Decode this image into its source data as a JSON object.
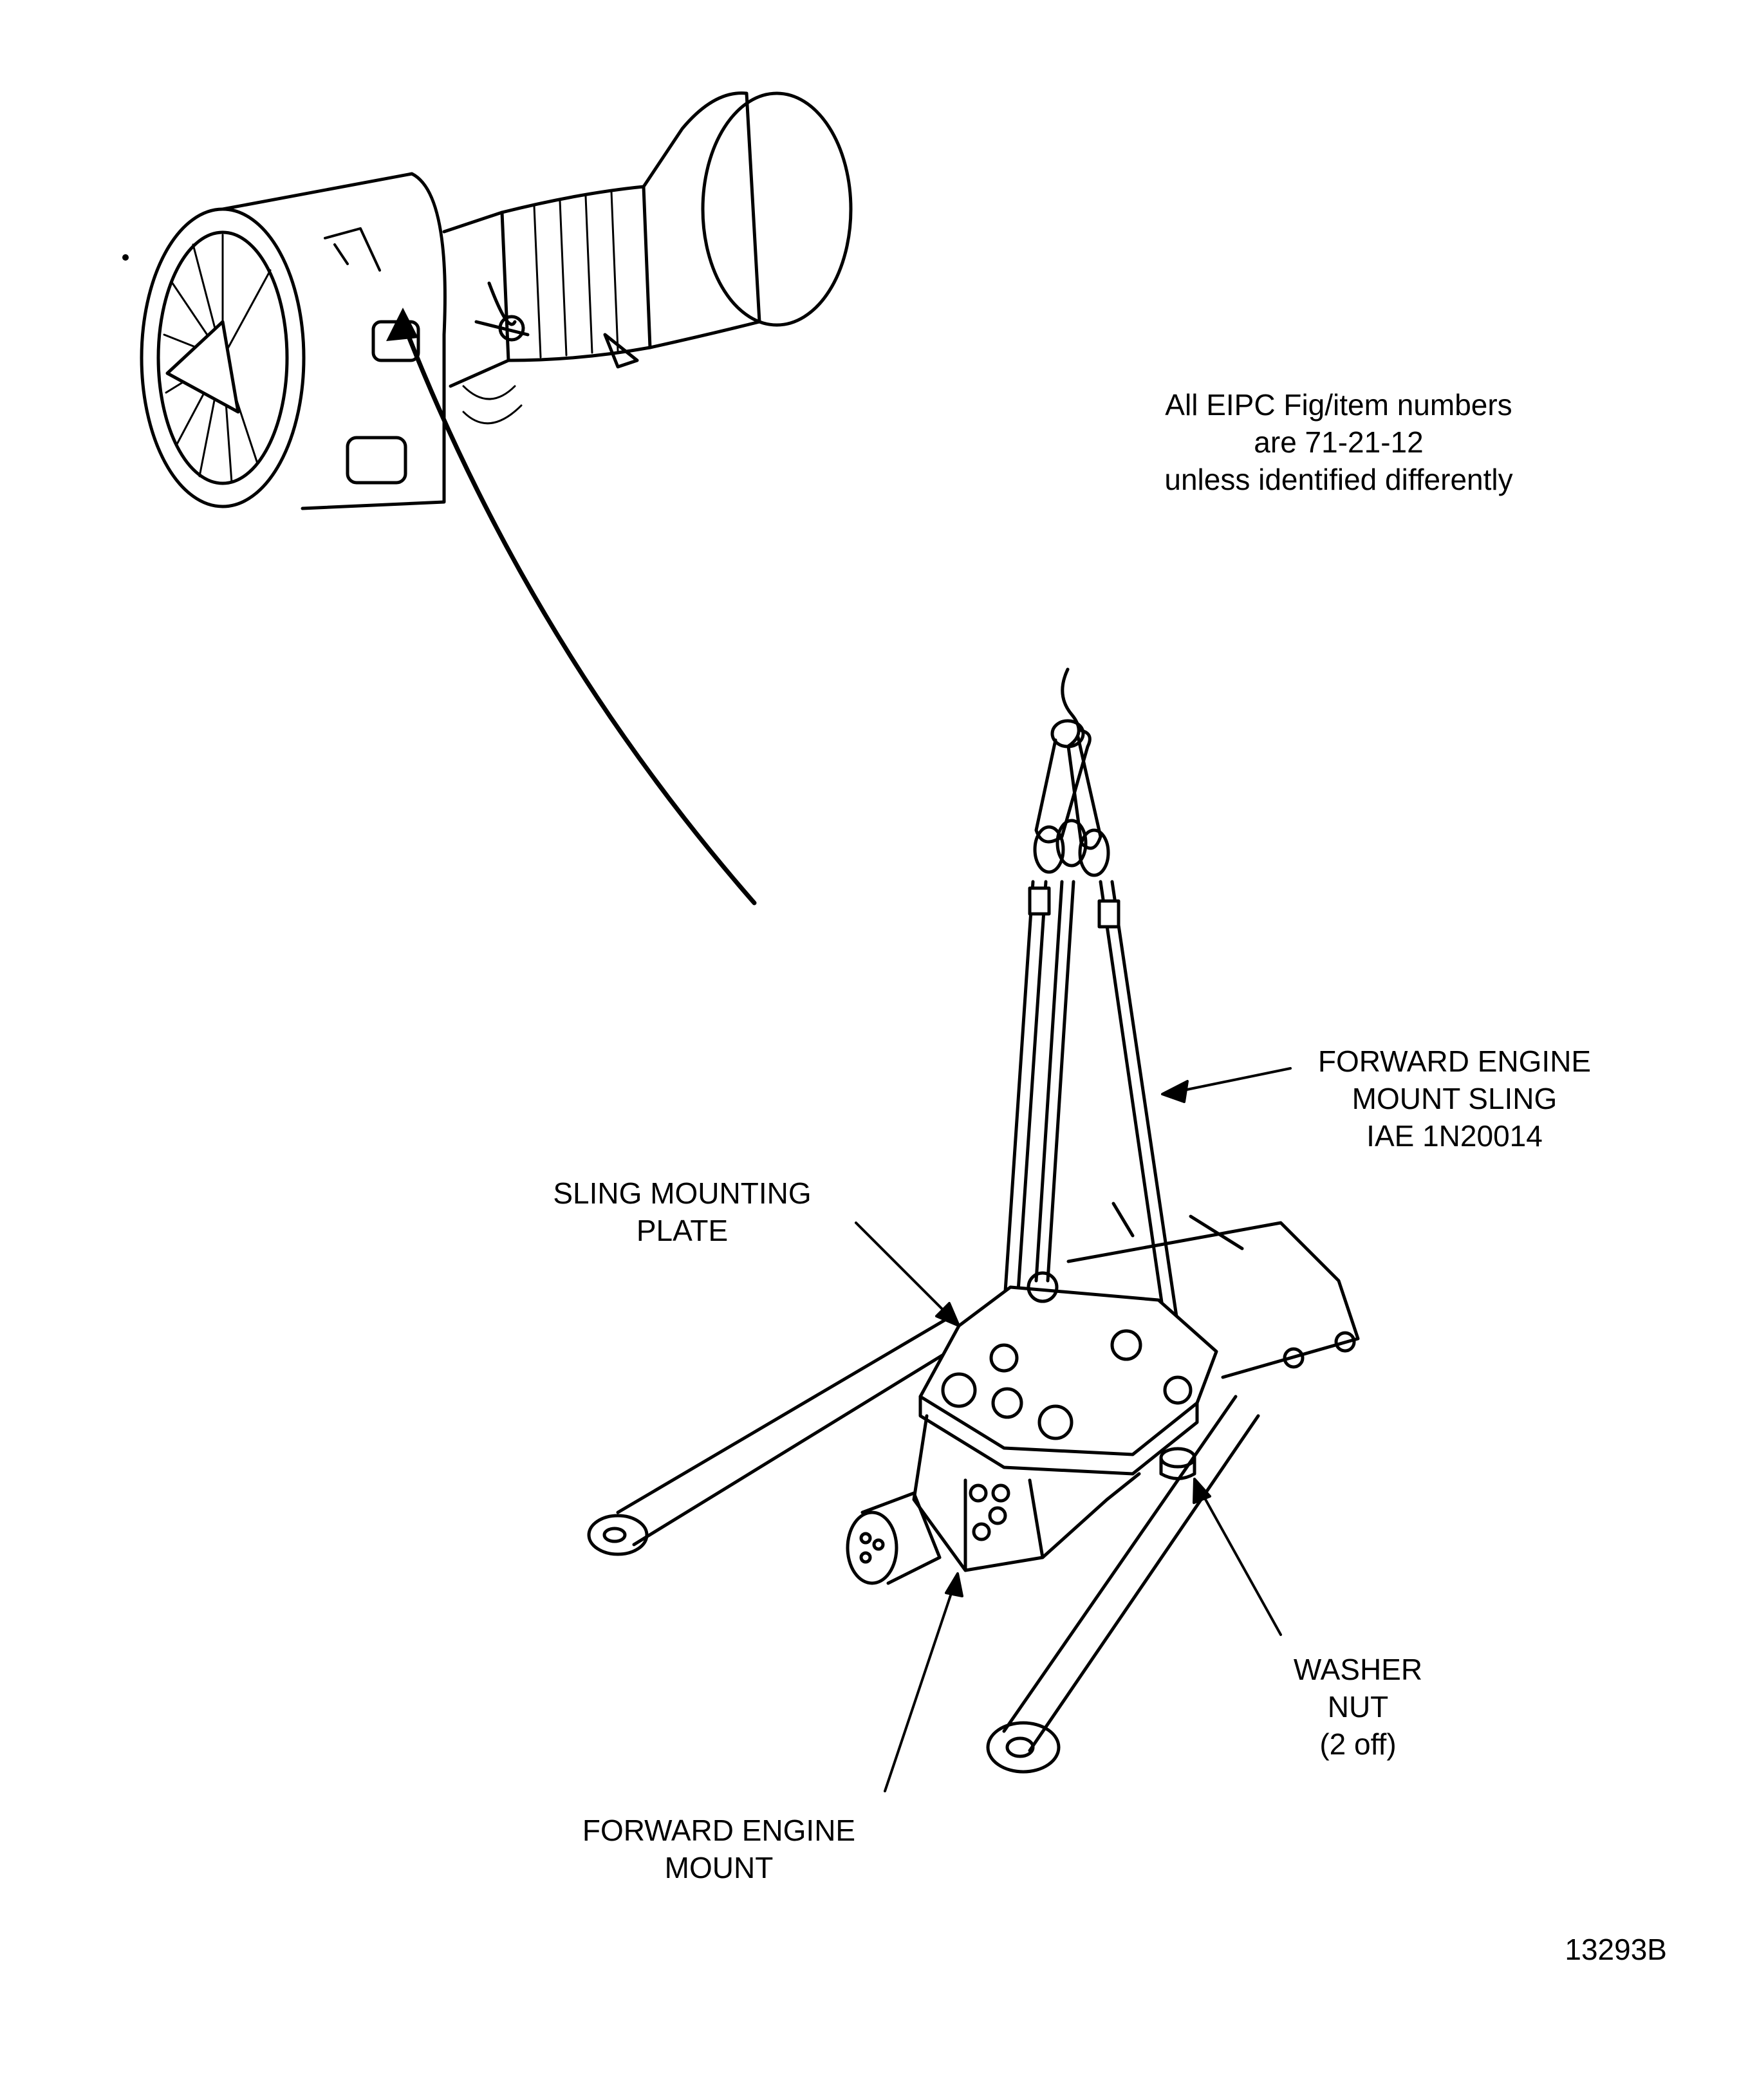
{
  "note": {
    "lines": [
      "All EIPC Fig/item numbers",
      "are 71-21-12",
      "unless identified differently"
    ]
  },
  "labels": {
    "sling": [
      "FORWARD ENGINE",
      "MOUNT SLING",
      "IAE 1N20014"
    ],
    "plate": [
      "SLING MOUNTING",
      "PLATE"
    ],
    "washer": [
      "WASHER",
      "NUT",
      "(2 off)"
    ],
    "mount": [
      "FORWARD ENGINE",
      "MOUNT"
    ]
  },
  "figure_number": "13293B"
}
